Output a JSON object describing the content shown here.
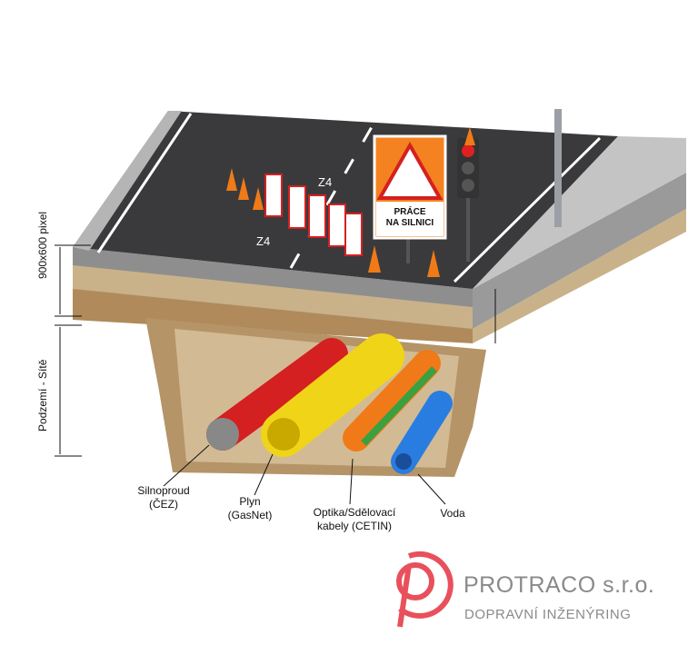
{
  "dimension_labels": {
    "top": "900x600 pixel",
    "bottom": "Podzemí - Sítě"
  },
  "sign": {
    "line1": "PRÁCE",
    "line2": "NA SILNICI"
  },
  "road_markings": [
    "Z4",
    "Z4"
  ],
  "utilities": [
    {
      "label_line1": "Silnoproud",
      "label_line2": "(ČEZ)",
      "color": "#d42020"
    },
    {
      "label_line1": "Plyn",
      "label_line2": "(GasNet)",
      "color": "#f0d418"
    },
    {
      "label_line1": "Optika/Sdělovací",
      "label_line2": "kabely (CETIN)",
      "color": "#f07a18"
    },
    {
      "label_line1": "Voda",
      "label_line2": "",
      "color": "#2a7de0"
    }
  ],
  "logo": {
    "name": "PROTRACO s.r.o.",
    "subtitle": "DOPRAVNÍ INŽENÝRING",
    "color": "#e8505b"
  }
}
